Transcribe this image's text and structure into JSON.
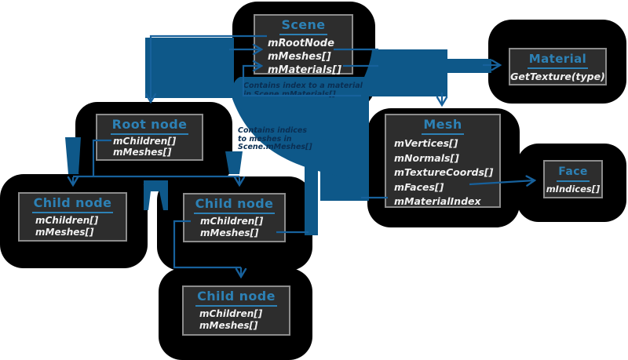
{
  "colors": {
    "background": "#ffffff",
    "shadow_blob": "#000000",
    "box_fill": "#2d2d2d",
    "box_border": "#8c8c8c",
    "title_blue": "#2d81b5",
    "member_text": "#f0f0f0",
    "connector_blue": "#17619c",
    "swoosh_blue": "#0e5889",
    "annotation_navy": "#0a2e52"
  },
  "boxes": {
    "scene": {
      "title": "Scene",
      "members": [
        "mRootNode",
        "mMeshes[]",
        "mMaterials[]"
      ]
    },
    "material": {
      "title": "Material",
      "members": [
        "GetTexture(type)"
      ]
    },
    "mesh": {
      "title": "Mesh",
      "members": [
        "mVertices[]",
        "mNormals[]",
        "mTextureCoords[]",
        "mFaces[]",
        "mMaterialIndex"
      ]
    },
    "face": {
      "title": "Face",
      "members": [
        "mIndices[]"
      ]
    },
    "root_node": {
      "title": "Root node",
      "members": [
        "mChildren[]",
        "mMeshes[]"
      ]
    },
    "child_node_left": {
      "title": "Child node",
      "members": [
        "mChildren[]",
        "mMeshes[]"
      ]
    },
    "child_node_middle": {
      "title": "Child node",
      "members": [
        "mChildren[]",
        "mMeshes[]"
      ]
    },
    "child_node_bottom": {
      "title": "Child node",
      "members": [
        "mChildren[]",
        "mMeshes[]"
      ]
    }
  },
  "annotations": {
    "material_note": {
      "text": "Contains index to a material in Scene.mMaterials[]",
      "lines": [
        "Contains index to a material",
        "in Scene.mMaterials[]"
      ]
    },
    "mesh_note": {
      "text": "Contains indices to meshes in Scene.mMeshes[]",
      "lines": [
        "Contains indices",
        "to meshes in",
        "Scene.mMeshes[]"
      ]
    }
  }
}
